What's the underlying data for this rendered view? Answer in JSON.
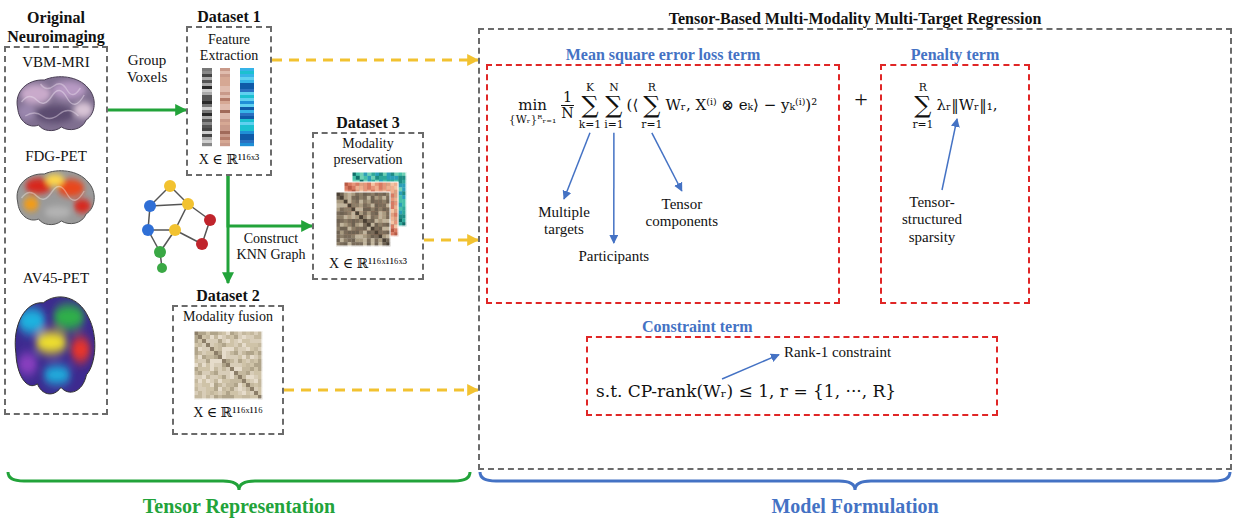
{
  "diagram": {
    "nodes": [
      {
        "text": [
          "Original Neuroimaging",
          "VBM-MRI",
          "FDG-PET",
          "AV45-PET"
        ]
      },
      {
        "text": [
          "Dataset 1",
          "Feature Extraction",
          "X ∈ ℝ¹¹⁶ˣ³"
        ]
      },
      {
        "text": [
          "Dataset 3",
          "Modality preservation",
          "X ∈ ℝ¹¹⁶ˣ¹¹⁶ˣ³"
        ]
      },
      {
        "text": [
          "Dataset 2",
          "Modality fusion",
          "X ∈ ℝ¹¹⁶ˣ¹¹⁶"
        ]
      },
      {
        "text": [
          "Tensor-Based Multi-Modality Multi-Target Regression",
          "+"
        ]
      },
      {
        "text": [
          "Mean square error loss term",
          "min",
          "{Wᵣ}ᴿᵣ₌₁",
          "1",
          "N",
          "K",
          "∑",
          "k=1",
          "N",
          "∑",
          "i=1",
          "(⟨",
          "R",
          "∑",
          "r=1",
          "Wᵣ, X⁽ⁱ⁾ ⊗ eₖ⟩ − yₖ⁽ⁱ⁾)²",
          "Multiple targets",
          "Participants",
          "Tensor components"
        ],
        "in": 4
      },
      {
        "text": [
          "Penalty term",
          "R",
          "∑",
          "r=1",
          "λᵣ‖Wᵣ‖₁,",
          "Tensor-structured sparsity"
        ],
        "in": 4
      },
      {
        "text": [
          "Constraint term",
          "Rank-1 constraint",
          "s.t. CP-rank(Wᵣ) ≤ 1, r = {1, ···, R}"
        ],
        "in": 4
      }
    ],
    "edges": [
      {
        "from": 0,
        "to": 1,
        "arrow": "to",
        "label": "Group Voxels"
      },
      {
        "from": 1,
        "to": 2,
        "arrow": "to",
        "label": "Construct KNN Graph"
      },
      {
        "from": 1,
        "to": 3,
        "arrow": "to"
      },
      {
        "from": 1,
        "to": 4,
        "arrow": "to"
      },
      {
        "from": 2,
        "to": 4,
        "arrow": "to"
      },
      {
        "from": 3,
        "to": 4,
        "arrow": "to"
      }
    ],
    "labels": [
      "Tensor Representation",
      "Model Formulation"
    ]
  }
}
